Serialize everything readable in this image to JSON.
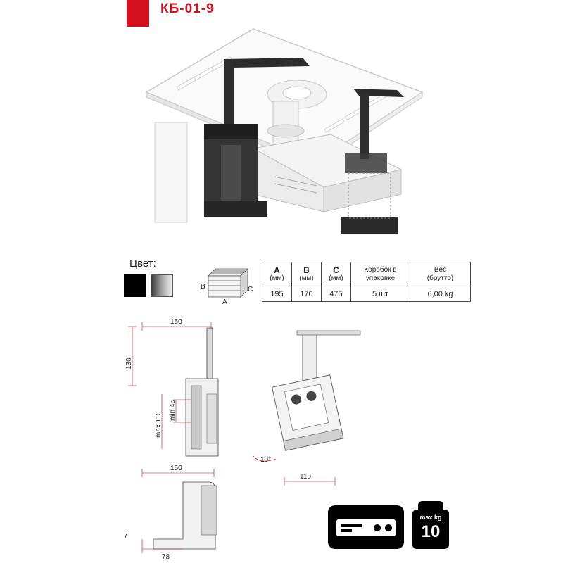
{
  "header": {
    "title": "КБ-01-9"
  },
  "colors": {
    "label": "Цвет:",
    "options": [
      {
        "name": "black",
        "hex": "#000000"
      },
      {
        "name": "silver",
        "hex": "#9a9a9a"
      }
    ],
    "accent": "#d3121d"
  },
  "box_icon": {
    "labels": {
      "a": "A",
      "b": "B",
      "c": "C"
    }
  },
  "spec_table": {
    "headers": [
      {
        "letter": "A",
        "unit": "(мм)"
      },
      {
        "letter": "B",
        "unit": "(мм)"
      },
      {
        "letter": "C",
        "unit": "(мм)"
      },
      {
        "letter": "Коробок в",
        "unit": "упаковке"
      },
      {
        "letter": "Вес",
        "unit": "(брутто)"
      }
    ],
    "values": [
      "195",
      "170",
      "475",
      "5 шт",
      "6,00 kg"
    ]
  },
  "dimensions": {
    "side_width": "150",
    "side_height": "130",
    "max_height": "max 110",
    "min_height": "min 45",
    "front_width": "110",
    "tilt": "10°",
    "bottom_width": "150",
    "bottom_thickness": "7",
    "bottom_depth": "78"
  },
  "load": {
    "label": "max kg",
    "value": "10"
  }
}
